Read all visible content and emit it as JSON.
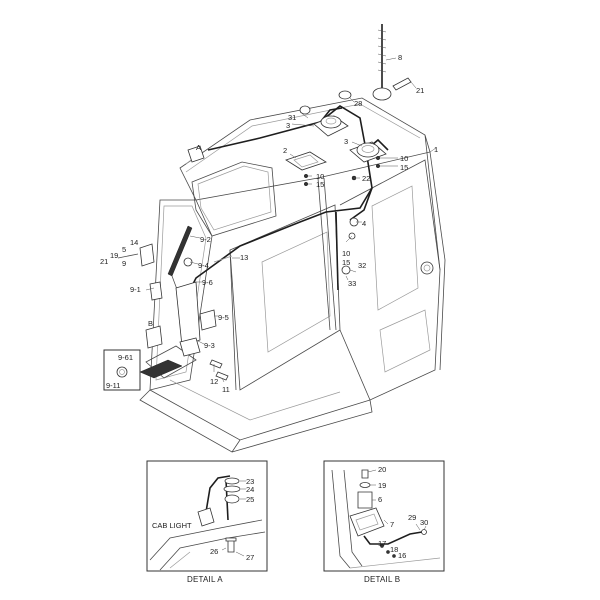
{
  "diagram": {
    "detail_a_caption": "DETAIL A",
    "detail_b_caption": "DETAIL B",
    "cab_light_label": "CAB LIGHT",
    "callouts_main": {
      "c1": "1",
      "c2": "2",
      "c3a": "3",
      "c3b": "3",
      "c4": "4",
      "c5": "5",
      "c8": "8",
      "c9": "9",
      "c9_1": "9-1",
      "c9_2": "9-2",
      "c9_3": "9-3",
      "c9_4": "9-4",
      "c9_5": "9-5",
      "c9_6": "9-6",
      "c9_61": "9-61",
      "c9_11": "9-11",
      "c10a": "10",
      "c10b": "10",
      "c10c": "10",
      "c11": "11",
      "c12": "12",
      "c13": "13",
      "c14": "14",
      "c15a": "15",
      "c15b": "15",
      "c15c": "15",
      "c19": "19",
      "c21a": "21",
      "c21b": "21",
      "c22": "22",
      "c28": "28",
      "c31": "31",
      "c32": "32",
      "c33": "33",
      "cA": "A",
      "cB": "B"
    },
    "callouts_detail_a": {
      "c23": "23",
      "c24": "24",
      "c25": "25",
      "c26": "26",
      "c27": "27"
    },
    "callouts_detail_b": {
      "c20": "20",
      "c19": "19",
      "c6": "6",
      "c7": "7",
      "c29": "29",
      "c30": "30",
      "c17": "17",
      "c18": "18",
      "c16": "16"
    }
  }
}
